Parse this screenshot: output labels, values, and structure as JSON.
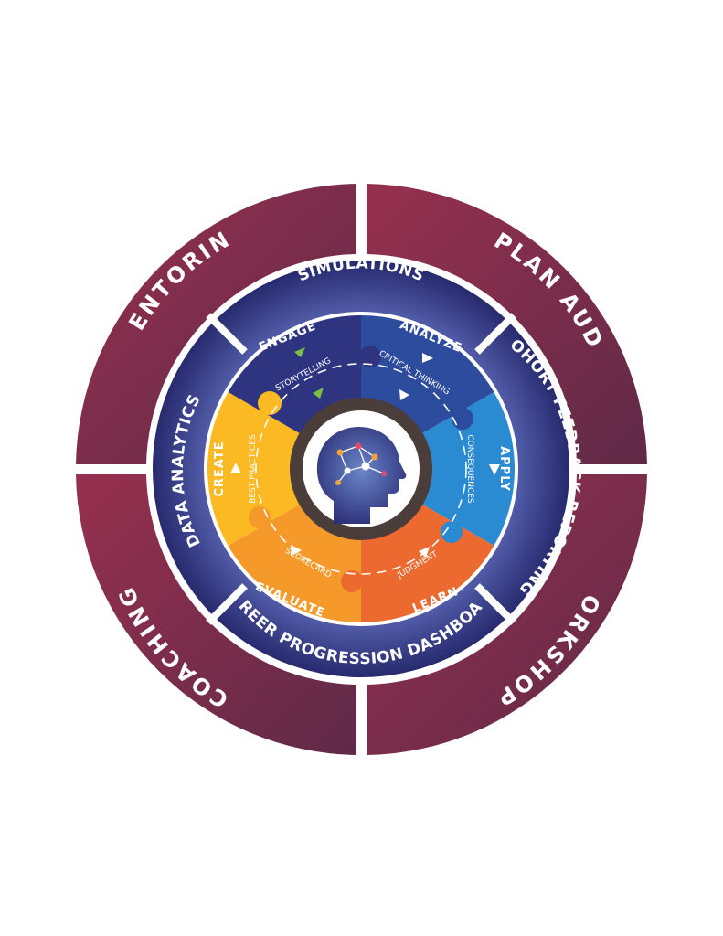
{
  "colors": {
    "outer_ring": "#8e2f4c",
    "outer_ring_dark": "#6a2a45",
    "middle_ring": "#2f3480",
    "middle_ring_light": "#4a5aa8",
    "engage": "#2f3480",
    "analyze": "#2e4c9e",
    "apply": "#2a8ad2",
    "learn": "#ec6a2f",
    "evaluate": "#f59a2a",
    "create": "#fbb924",
    "hub_ring": "#4a3d3a",
    "arrow_green": "#7ac143"
  },
  "outer_ring": {
    "mentoring": "MENTORING",
    "pd_plan_audit": "PD PLAN AUDIT",
    "workshops": "WORKSHOPS",
    "coaching": "COACHING"
  },
  "middle_ring": {
    "simulations": "SIMULATIONS",
    "cohort_feedback": "COHORT FEEDBACK REPORTING",
    "career_dashboard": "CAREER PROGRESSION DASHBOARD",
    "data_analytics": "DATA ANALYTICS"
  },
  "cycle": {
    "engage": {
      "label": "ENGAGE",
      "sub": "STORYTELLING"
    },
    "analyze": {
      "label": "ANALYZE",
      "sub": "CRITICAL THINKING"
    },
    "apply": {
      "label": "APPLY",
      "sub": "CONSEQUENCES"
    },
    "learn": {
      "label": "LEARN",
      "sub": "JUDGMENT"
    },
    "evaluate": {
      "label": "EVALUATE",
      "sub": "SCORECARD"
    },
    "create": {
      "label": "CREATE",
      "sub": "BEST PRACTICES"
    }
  },
  "hub": {
    "icon": "brain-head-icon"
  }
}
